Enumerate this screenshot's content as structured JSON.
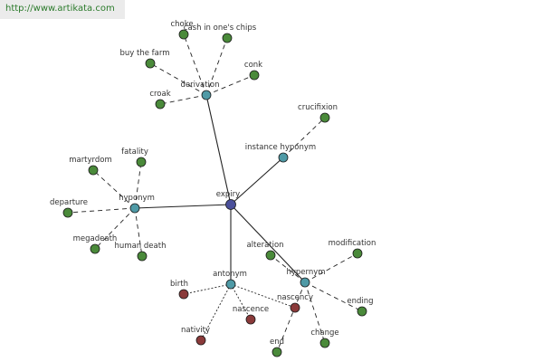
{
  "watermark": "http://www.artikata.com",
  "colors": {
    "center": "#4a4f9a",
    "relation": "#4f9aa6",
    "word": "#4a8a3a",
    "antonym_word": "#8a3a3a",
    "edge": "#222222"
  },
  "nodes": [
    {
      "id": "expiry",
      "label": "expiry",
      "kind": "center"
    },
    {
      "id": "derivation",
      "label": "derivation",
      "kind": "relation"
    },
    {
      "id": "instance_hyponym",
      "label": "instance hyponym",
      "kind": "relation"
    },
    {
      "id": "hyponym",
      "label": "hyponym",
      "kind": "relation"
    },
    {
      "id": "antonym",
      "label": "antonym",
      "kind": "relation"
    },
    {
      "id": "hypernym",
      "label": "hypernym",
      "kind": "relation"
    },
    {
      "id": "choke",
      "label": "choke",
      "kind": "word"
    },
    {
      "id": "cash_chips",
      "label": "cash in one's chips",
      "kind": "word"
    },
    {
      "id": "buy_farm",
      "label": "buy the farm",
      "kind": "word"
    },
    {
      "id": "conk",
      "label": "conk",
      "kind": "word"
    },
    {
      "id": "croak",
      "label": "croak",
      "kind": "word"
    },
    {
      "id": "crucifixion",
      "label": "crucifixion",
      "kind": "word"
    },
    {
      "id": "martyrdom",
      "label": "martyrdom",
      "kind": "word"
    },
    {
      "id": "fatality",
      "label": "fatality",
      "kind": "word"
    },
    {
      "id": "departure",
      "label": "departure",
      "kind": "word"
    },
    {
      "id": "megadeath",
      "label": "megadeath",
      "kind": "word"
    },
    {
      "id": "human_death",
      "label": "human death",
      "kind": "word"
    },
    {
      "id": "alteration",
      "label": "alteration",
      "kind": "word"
    },
    {
      "id": "modification",
      "label": "modification",
      "kind": "word"
    },
    {
      "id": "ending",
      "label": "ending",
      "kind": "word"
    },
    {
      "id": "change",
      "label": "change",
      "kind": "word"
    },
    {
      "id": "end",
      "label": "end",
      "kind": "word"
    },
    {
      "id": "nascency",
      "label": "nascency",
      "kind": "antonym_word"
    },
    {
      "id": "birth",
      "label": "birth",
      "kind": "antonym_word"
    },
    {
      "id": "nascence",
      "label": "nascence",
      "kind": "antonym_word"
    },
    {
      "id": "nativity",
      "label": "nativity",
      "kind": "antonym_word"
    }
  ],
  "edges": [
    {
      "from": "expiry",
      "to": "derivation",
      "style": "solid"
    },
    {
      "from": "expiry",
      "to": "instance_hyponym",
      "style": "solid"
    },
    {
      "from": "expiry",
      "to": "hyponym",
      "style": "solid"
    },
    {
      "from": "expiry",
      "to": "antonym",
      "style": "solid"
    },
    {
      "from": "expiry",
      "to": "hypernym",
      "style": "solid"
    },
    {
      "from": "derivation",
      "to": "choke",
      "style": "dashed"
    },
    {
      "from": "derivation",
      "to": "cash_chips",
      "style": "dashed"
    },
    {
      "from": "derivation",
      "to": "buy_farm",
      "style": "dashed"
    },
    {
      "from": "derivation",
      "to": "conk",
      "style": "dashed"
    },
    {
      "from": "derivation",
      "to": "croak",
      "style": "dashed"
    },
    {
      "from": "instance_hyponym",
      "to": "crucifixion",
      "style": "dashed"
    },
    {
      "from": "hyponym",
      "to": "martyrdom",
      "style": "dashed"
    },
    {
      "from": "hyponym",
      "to": "fatality",
      "style": "dashed"
    },
    {
      "from": "hyponym",
      "to": "departure",
      "style": "dashed"
    },
    {
      "from": "hyponym",
      "to": "megadeath",
      "style": "dashed"
    },
    {
      "from": "hyponym",
      "to": "human_death",
      "style": "dashed"
    },
    {
      "from": "hypernym",
      "to": "alteration",
      "style": "dashed"
    },
    {
      "from": "hypernym",
      "to": "modification",
      "style": "dashed"
    },
    {
      "from": "hypernym",
      "to": "ending",
      "style": "dashed"
    },
    {
      "from": "hypernym",
      "to": "change",
      "style": "dashed"
    },
    {
      "from": "hypernym",
      "to": "end",
      "style": "dashed"
    },
    {
      "from": "antonym",
      "to": "birth",
      "style": "dotted"
    },
    {
      "from": "antonym",
      "to": "nascence",
      "style": "dotted"
    },
    {
      "from": "antonym",
      "to": "nativity",
      "style": "dotted"
    },
    {
      "from": "antonym",
      "to": "nascency",
      "style": "dotted"
    }
  ]
}
